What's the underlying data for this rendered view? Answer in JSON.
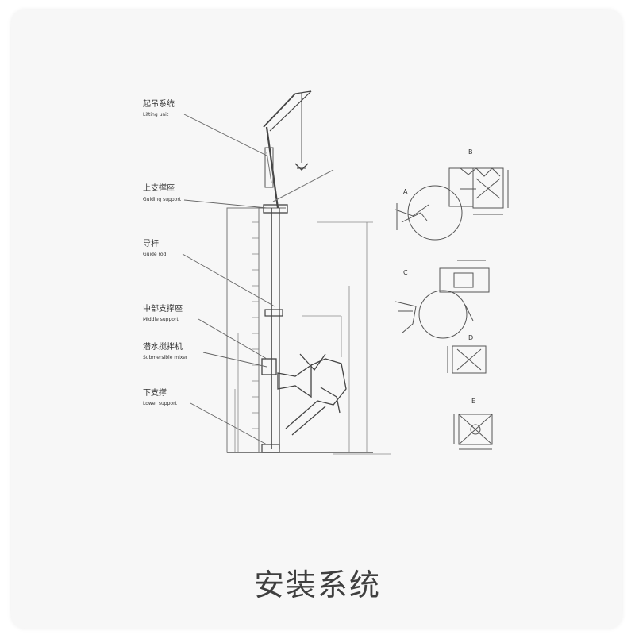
{
  "caption": "安装系统",
  "callouts": [
    {
      "cn": "起吊系统",
      "en": "Lifting unit"
    },
    {
      "cn": "上支撑座",
      "en": "Guiding support"
    },
    {
      "cn": "导杆",
      "en": "Guide rod"
    },
    {
      "cn": "中部支撑座",
      "en": "Middle support"
    },
    {
      "cn": "潜水搅拌机",
      "en": "Submersible mixer"
    },
    {
      "cn": "下支撑",
      "en": "Lower support"
    }
  ],
  "detail_labels": [
    "A",
    "B",
    "C",
    "D",
    "E"
  ],
  "colors": {
    "line": "#555555",
    "caption": "#3f3f3f",
    "card": "#f7f7f7"
  }
}
